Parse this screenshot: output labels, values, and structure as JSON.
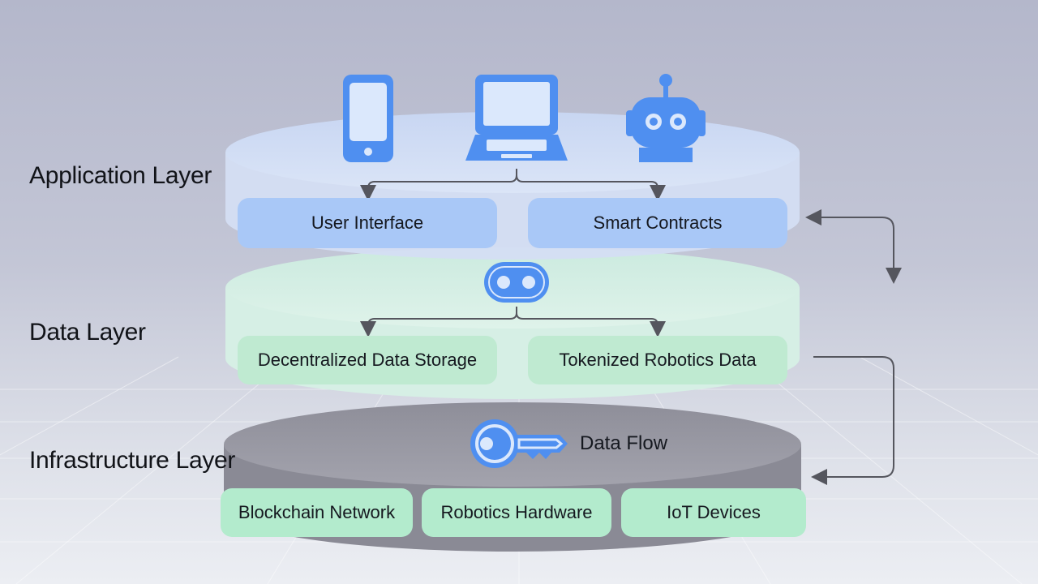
{
  "layers": {
    "application": {
      "label": "Application Layer",
      "icons": [
        "smartphone-icon",
        "laptop-icon",
        "robot-icon"
      ],
      "components": [
        "User Interface",
        "Smart Contracts"
      ]
    },
    "data": {
      "label": "Data Layer",
      "icons": [
        "robot-eyes-icon"
      ],
      "components": [
        "Decentralized Data Storage",
        "Tokenized Robotics Data"
      ]
    },
    "infrastructure": {
      "label": "Infrastructure Layer",
      "icons": [
        "key-icon"
      ],
      "flow_label": "Data Flow",
      "components": [
        "Blockchain Network",
        "Robotics Hardware",
        "IoT Devices"
      ]
    }
  },
  "colors": {
    "icon_blue": "#4f8ff0",
    "app_disc": "#cfdcf4",
    "data_disc": "#d2eee3",
    "infra_disc": "#9a9aa5",
    "component_blue": "#a9c8f7",
    "component_green": "#bfead1",
    "arrow": "#55565e"
  }
}
